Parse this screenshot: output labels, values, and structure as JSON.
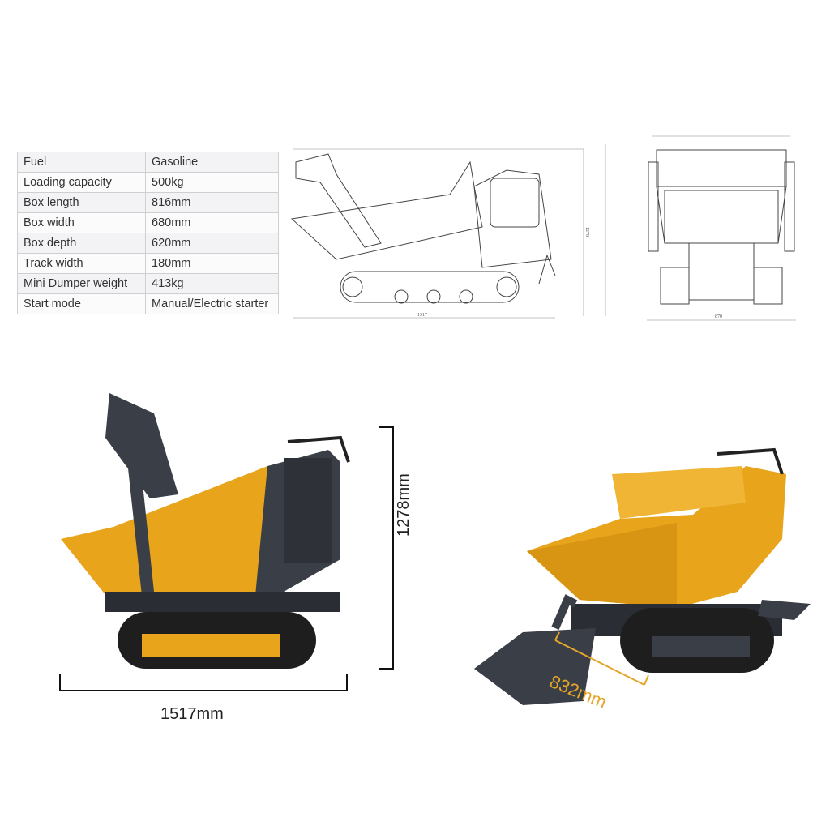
{
  "specs": [
    {
      "label": "Fuel",
      "value": "Gasoline"
    },
    {
      "label": "Loading capacity",
      "value": "500kg"
    },
    {
      "label": "Box length",
      "value": "816mm"
    },
    {
      "label": "Box width",
      "value": "680mm"
    },
    {
      "label": "Box depth",
      "value": "620mm"
    },
    {
      "label": "Track width",
      "value": "180mm"
    },
    {
      "label": "Mini Dumper weight",
      "value": "413kg"
    },
    {
      "label": "Start mode",
      "value": "Manual/Electric starter"
    }
  ],
  "drawing": {
    "side_length": "1517",
    "side_height": "1278",
    "front_width": "870"
  },
  "photo": {
    "height_label": "1278mm",
    "length_label": "1517mm",
    "bucket_label": "832mm"
  },
  "colors": {
    "body_yellow": "#E8A51C",
    "frame_dark": "#3A3F47",
    "track": "#1E1E1E",
    "accent_orange": "#E5A52A"
  }
}
